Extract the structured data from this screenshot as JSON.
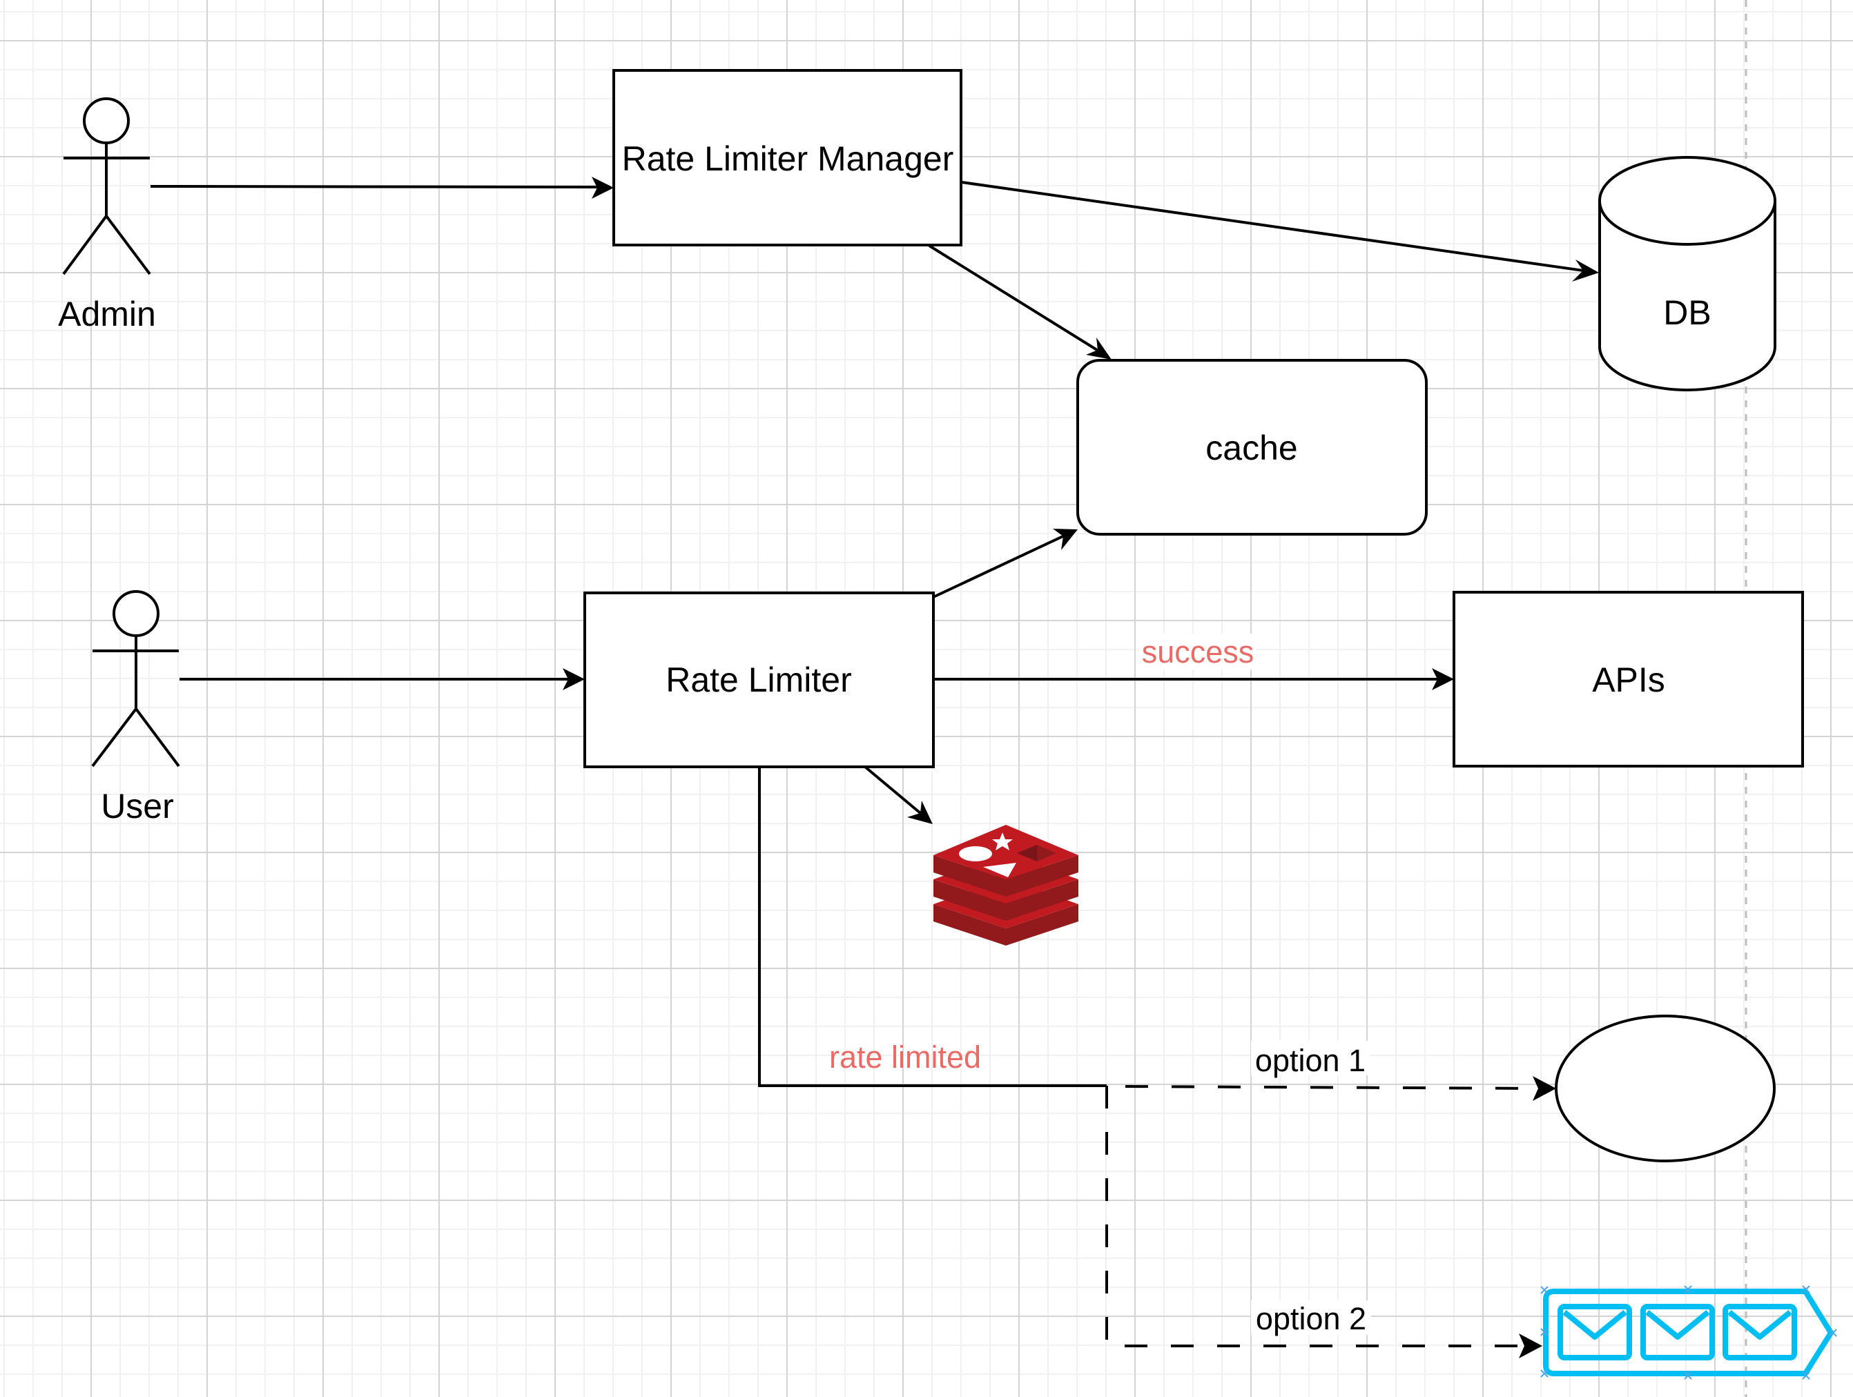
{
  "diagram": {
    "nodes": {
      "admin": {
        "label": "Admin",
        "type": "actor"
      },
      "user": {
        "label": "User",
        "type": "actor"
      },
      "rate_limiter_manager": {
        "label": "Rate Limiter Manager",
        "type": "rectangle"
      },
      "db": {
        "label": "DB",
        "type": "cylinder"
      },
      "cache": {
        "label": "cache",
        "type": "rounded-rectangle"
      },
      "rate_limiter": {
        "label": "Rate Limiter",
        "type": "rectangle"
      },
      "apis": {
        "label": "APIs",
        "type": "rectangle"
      },
      "redis": {
        "label": "",
        "type": "redis-icon"
      },
      "option1_target": {
        "label": "",
        "type": "ellipse"
      },
      "option2_target": {
        "label": "",
        "type": "message-queue-icon"
      }
    },
    "edges": [
      {
        "from": "admin",
        "to": "rate_limiter_manager",
        "label": "",
        "style": "solid"
      },
      {
        "from": "rate_limiter_manager",
        "to": "db",
        "label": "",
        "style": "solid"
      },
      {
        "from": "rate_limiter_manager",
        "to": "cache",
        "label": "",
        "style": "solid"
      },
      {
        "from": "user",
        "to": "rate_limiter",
        "label": "",
        "style": "solid"
      },
      {
        "from": "rate_limiter",
        "to": "cache",
        "label": "",
        "style": "solid"
      },
      {
        "from": "rate_limiter",
        "to": "apis",
        "label": "success",
        "style": "solid"
      },
      {
        "from": "rate_limiter",
        "to": "redis",
        "label": "",
        "style": "solid"
      },
      {
        "from": "rate_limiter",
        "to": "option1_target",
        "label": "rate limited",
        "style": "solid-then-dashed"
      },
      {
        "from": "rate_limiter",
        "to": "option2_target",
        "label": "rate limited",
        "style": "dashed"
      }
    ],
    "edge_labels": {
      "success": "success",
      "rate_limited": "rate limited",
      "option1": "option 1",
      "option2": "option 2"
    }
  },
  "colors": {
    "edge_label_red": "#EA6B66",
    "queue_blue": "#00BEF2",
    "redis_red": "#C11B21",
    "redis_dark": "#921A1C",
    "grid_major": "#D3D3D3",
    "grid_minor": "#F1F1F1",
    "page_break": "#BDBDBD"
  }
}
